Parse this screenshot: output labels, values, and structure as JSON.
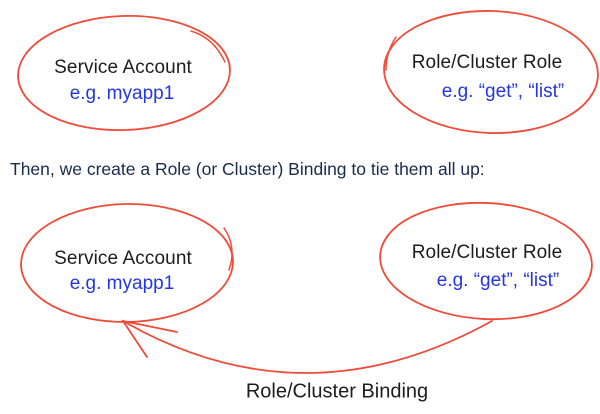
{
  "colors": {
    "sketch_red": "#ee4b38",
    "example_blue": "#2436e0",
    "caption_navy": "#172b4d",
    "title_black": "#1d1d1f",
    "background": "#ffffff"
  },
  "top_left": {
    "title": "Service Account",
    "example": "e.g. myapp1"
  },
  "top_right": {
    "title": "Role/Cluster Role",
    "example": "e.g. “get”, “list”"
  },
  "caption": "Then, we create a Role (or Cluster) Binding to tie them all up:",
  "bottom_left": {
    "title": "Service Account",
    "example": "e.g. myapp1"
  },
  "bottom_right": {
    "title": "Role/Cluster Role",
    "example": "e.g. “get”, “list”"
  },
  "binding_label": "Role/Cluster Binding"
}
